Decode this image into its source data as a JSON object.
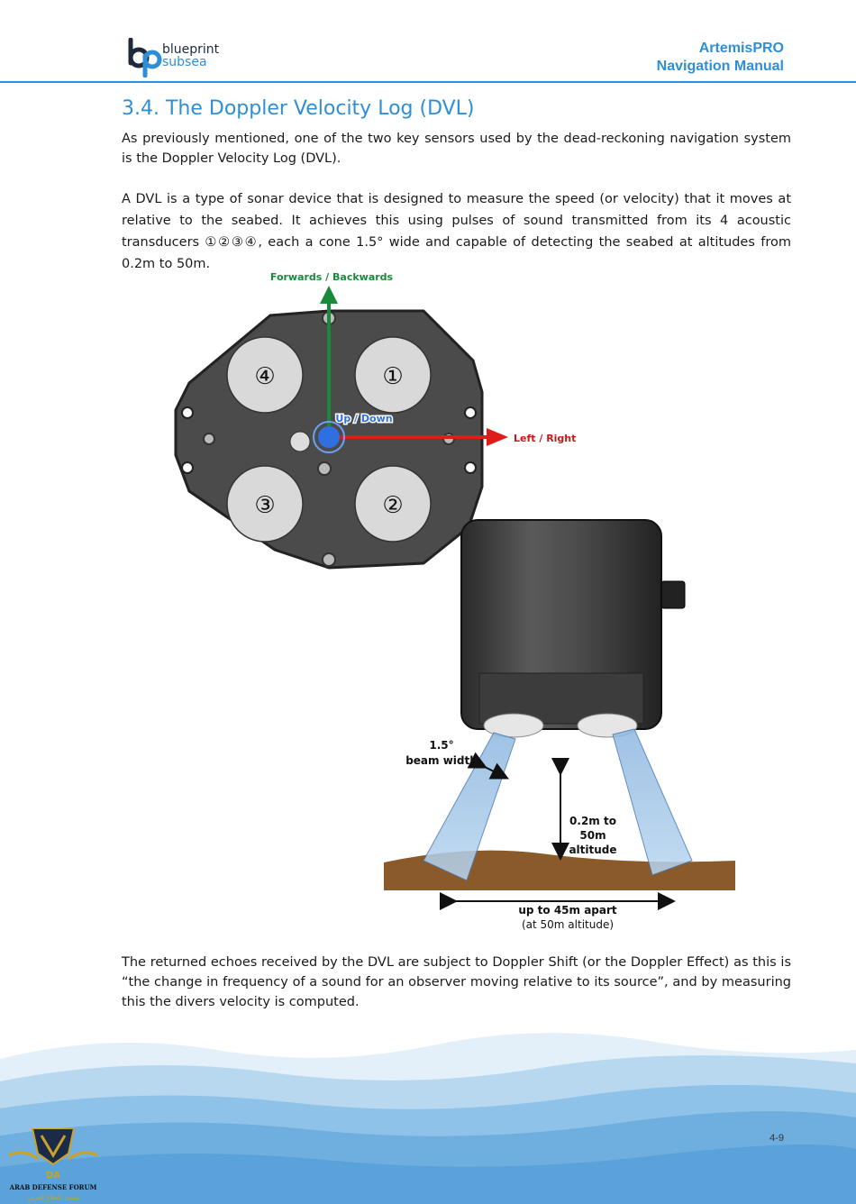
{
  "header": {
    "logo_line1": "blueprint",
    "logo_line2": "subsea",
    "doc_title_line1": "ArtemisPRO",
    "doc_title_line2": "Navigation Manual"
  },
  "section": {
    "heading": "3.4. The Doppler Velocity Log (DVL)",
    "para1": "As previously mentioned, one of the two key sensors used by the dead-reckoning navigation system is the Doppler Velocity Log (DVL).",
    "para2": "A DVL is a type of sonar device that is designed to measure the speed (or velocity) that it moves at relative to the seabed. It achieves this using pulses of sound transmitted from its 4 acoustic transducers ①②③④, each a cone 1.5° wide and capable of detecting the seabed at altitudes from 0.2m to 50m.",
    "para3": "The returned echoes received by the DVL are subject to Doppler Shift (or the Doppler Effect) as this is “the change in frequency of a sound for an observer moving relative to its source”, and by measuring this the divers velocity is computed."
  },
  "figure": {
    "forwards_label": "Forwards / Backwards",
    "updown_label": "Up / Down",
    "leftright_label": "Left / Right",
    "transducer_1": "①",
    "transducer_2": "②",
    "transducer_3": "③",
    "transducer_4": "④",
    "beam_angle": "1.5°",
    "beam_width_label": "beam width",
    "altitude_line1": "0.2m to",
    "altitude_line2": "50m",
    "altitude_line3": "altitude",
    "apart_label": "up to 45m apart",
    "apart_note": "(at 50m altitude)",
    "colors": {
      "forward_arrow": "#1a8a3a",
      "right_arrow": "#e01b1b",
      "updown_dot": "#2f6fe0",
      "seabed": "#8a5a2b"
    }
  },
  "footer": {
    "page_number": "4-9",
    "badge_line1": "ARAB DEFENSE FORUM",
    "badge_line2": "منتدى الدفاع العربي",
    "badge_initials": "DA"
  },
  "theme": {
    "accent": "#2e8fd6"
  }
}
